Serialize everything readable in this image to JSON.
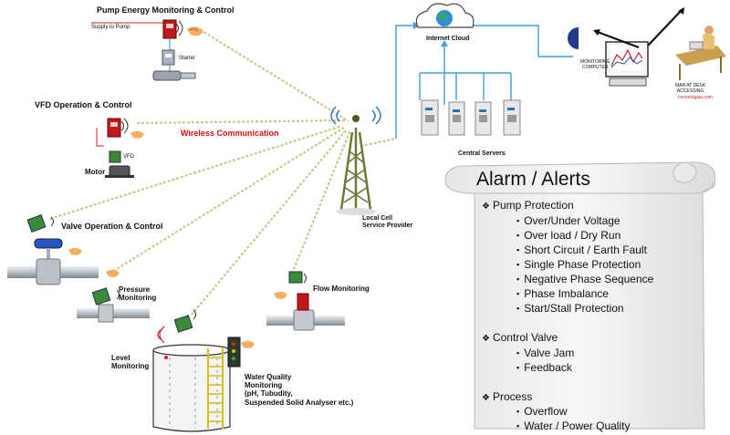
{
  "labels": {
    "pump_energy": "Pump Energy Monitoring & Control",
    "supply_to_pump": "Supply to Pump",
    "starter": "Starter",
    "vfd_operation": "VFD Operation & Control",
    "vfd": "VFD",
    "motor": "Motor",
    "wireless": "Wireless Communication",
    "valve_operation": "Valve Operation & Control",
    "pressure": "Pressure\nMonitoring",
    "flow": "Flow Monitoring",
    "level": "Level\nMonitoring",
    "water_quality": "Water Quality\nMonitoring\n(pH, Tubudity,\nSuspended Solid Analyser etc.)",
    "local_cell": "Local Cell\nService Provider",
    "internet_cloud": "Internet Cloud",
    "central_servers": "Central Servers",
    "monitoring_computer": "MONITORING\nCOMPUTER",
    "man_at_desk": "MAN AT DESK\nACCESSING",
    "connectgaia": "connectgaia.com"
  },
  "colors": {
    "wireless_text": "#d01010",
    "signal_line": "#c8c88a",
    "network_line": "#3aa0d8",
    "device_red": "#c0181c",
    "device_green": "#3a8a3a"
  },
  "alarm": {
    "title": "Alarm / Alerts",
    "sections": [
      {
        "name": "Pump Protection",
        "items": [
          "Over/Under Voltage",
          "Over load / Dry Run",
          "Short Circuit / Earth Fault",
          "Single Phase  Protection",
          "Negative Phase Sequence",
          "Phase Imbalance",
          "Start/Stall Protection"
        ]
      },
      {
        "name": "Control Valve",
        "items": [
          "Valve Jam",
          "Feedback"
        ]
      },
      {
        "name": "Process",
        "items": [
          "Overflow",
          "Water / Power Quality"
        ]
      }
    ]
  }
}
